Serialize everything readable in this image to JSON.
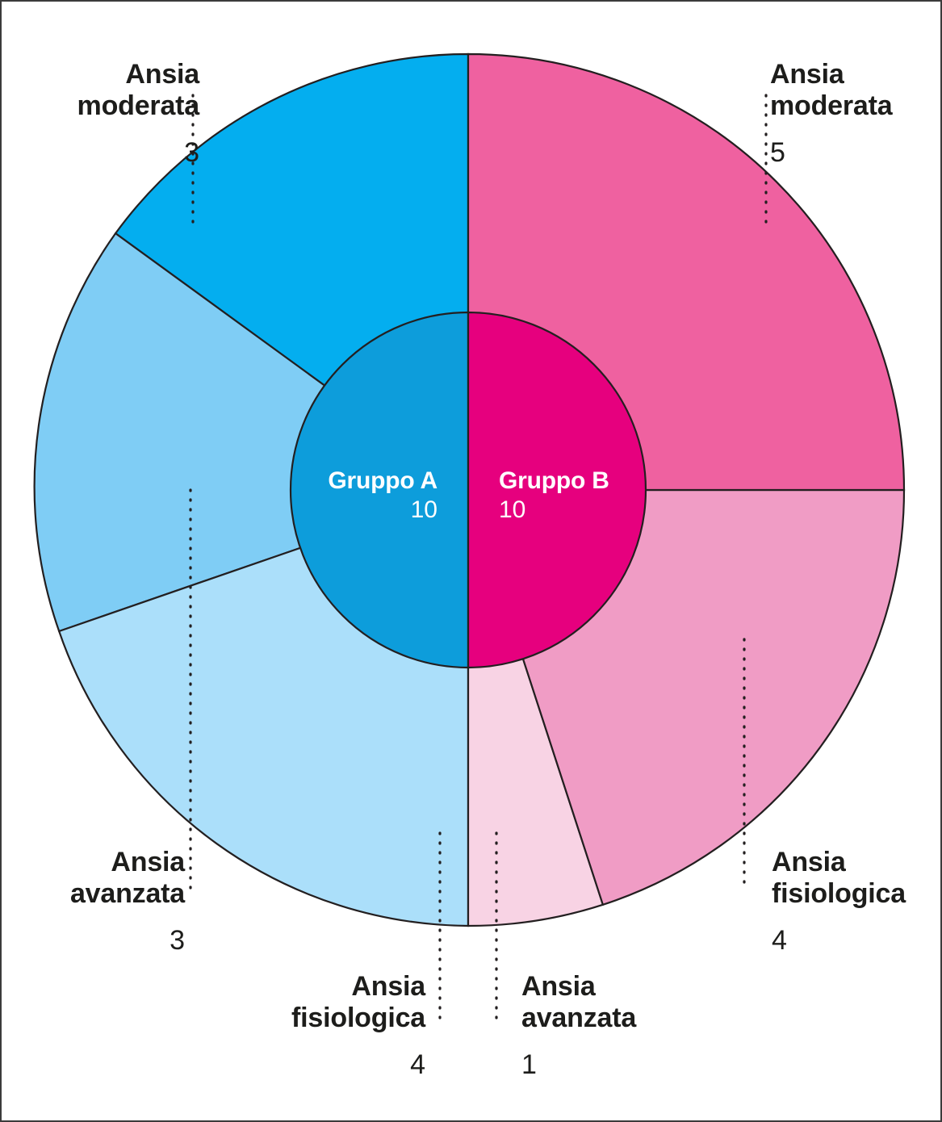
{
  "chart_data": {
    "type": "pie",
    "title": "",
    "subtitle": "",
    "variant": "sunburst-two-ring",
    "total": 20,
    "legend_position": "none",
    "grid": false,
    "colors": {
      "group_a_inner": "#0D9DDB",
      "group_b_inner": "#E6007E",
      "a_moderata": "#04AEEF",
      "a_avanzata": "#7FCDF5",
      "a_fisiologica": "#ABDFFA",
      "b_moderata": "#EF61A0",
      "b_fisiologica": "#F09CC5",
      "b_avanzata": "#F8D3E4",
      "stroke": "#231f20",
      "leader_line": "#231f20",
      "text": "#1d1d1b",
      "inner_text": "#ffffff",
      "background": "#ffffff",
      "frame_border": "#3b3b3b"
    },
    "rings": [
      {
        "level": "root",
        "slices": [
          {
            "id": "group-a",
            "label": "Gruppo A",
            "value": 10,
            "color": "#0D9DDB",
            "start_deg": 180,
            "end_deg": 360
          },
          {
            "id": "group-b",
            "label": "Gruppo B",
            "value": 10,
            "color": "#E6007E",
            "start_deg": 0,
            "end_deg": 180
          }
        ]
      },
      {
        "level": "leaf",
        "slices": [
          {
            "id": "a-moderata",
            "parent": "Gruppo A",
            "label": "Ansia\nmoderata",
            "value": 3,
            "color": "#04AEEF",
            "start_deg": 306,
            "end_deg": 360
          },
          {
            "id": "a-avanzata",
            "parent": "Gruppo A",
            "label": "Ansia\navanzata",
            "value": 3,
            "color": "#7FCDF5",
            "start_deg": 252,
            "end_deg": 306
          },
          {
            "id": "a-fisiologica",
            "parent": "Gruppo A",
            "label": "Ansia\nfisiologica",
            "value": 4,
            "color": "#ABDFFA",
            "start_deg": 180,
            "end_deg": 252
          },
          {
            "id": "b-moderata",
            "parent": "Gruppo B",
            "label": "Ansia\nmoderata",
            "value": 5,
            "color": "#EF61A0",
            "start_deg": 0,
            "end_deg": 90
          },
          {
            "id": "b-fisiologica",
            "parent": "Gruppo B",
            "label": "Ansia\nfisiologica",
            "value": 4,
            "color": "#F09CC5",
            "start_deg": 90,
            "end_deg": 162
          },
          {
            "id": "b-avanzata",
            "parent": "Gruppo B",
            "label": "Ansia\navanzata",
            "value": 1,
            "color": "#F8D3E4",
            "start_deg": 162,
            "end_deg": 180
          }
        ]
      }
    ]
  },
  "center": {
    "group_a": {
      "label": "Gruppo A",
      "value": "10"
    },
    "group_b": {
      "label": "Gruppo B",
      "value": "10"
    }
  },
  "labels": {
    "a_moderata": {
      "category": "Ansia\nmoderata",
      "value": "3"
    },
    "a_avanzata": {
      "category": "Ansia\navanzata",
      "value": "3"
    },
    "a_fisiologica": {
      "category": "Ansia\nfisiologica",
      "value": "4"
    },
    "b_avanzata": {
      "category": "Ansia\navanzata",
      "value": "1"
    },
    "b_fisiologica": {
      "category": "Ansia\nfisiologica",
      "value": "4"
    },
    "b_moderata": {
      "category": "Ansia\nmoderata",
      "value": "5"
    }
  }
}
